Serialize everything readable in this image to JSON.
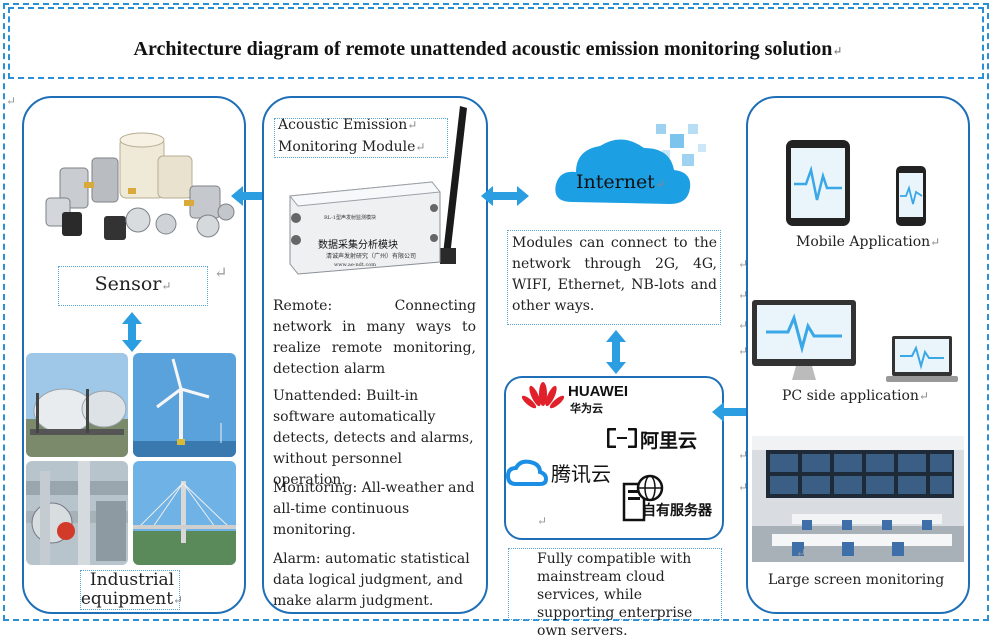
{
  "title": "Architecture diagram of remote unattended acoustic emission monitoring solution",
  "return_mark": "↵",
  "left": {
    "sensor_label": "Sensor",
    "equipment_label_1": "Industrial",
    "equipment_label_2": "equipment"
  },
  "module": {
    "heading_1": "Acoustic Emission",
    "heading_2": "Monitoring Module",
    "device_text_1": "RL-1型声发射监测模块",
    "device_text_2": "数据采集分析模块",
    "device_text_3": "清诚声发射研究（广州）有限公司",
    "device_text_4": "www.ae-ndt.com",
    "remote": "Remote: Connecting network in many ways to realize remote monitoring, detection alarm",
    "unattended": "Unattended: Built-in software automatically detects, detects and alarms, without personnel operation.",
    "monitoring": "Monitoring: All-weather and all-time continuous monitoring.",
    "alarm": "Alarm: automatic statistical data logical judgment, and make alarm judgment."
  },
  "cloud": {
    "internet_label": "Internet",
    "connect_text": "Modules can connect to the network through 2G, 4G, WIFI, Ethernet, NB-lots and other ways.",
    "huawei": "HUAWEI",
    "huawei_cn": "华为云",
    "aliyun": "阿里云",
    "tencent": "腾讯云",
    "own_server": "自有服务器",
    "compat_text": "Fully compatible with mainstream cloud services, while supporting enterprise own servers."
  },
  "apps": {
    "mobile": "Mobile Application",
    "pc": "PC side application",
    "large": "Large screen monitoring"
  },
  "colors": {
    "accent": "#2a8fd4",
    "panel_border": "#1f6fb8",
    "arrow": "#2a9ee0",
    "huawei_red": "#e0202a"
  }
}
